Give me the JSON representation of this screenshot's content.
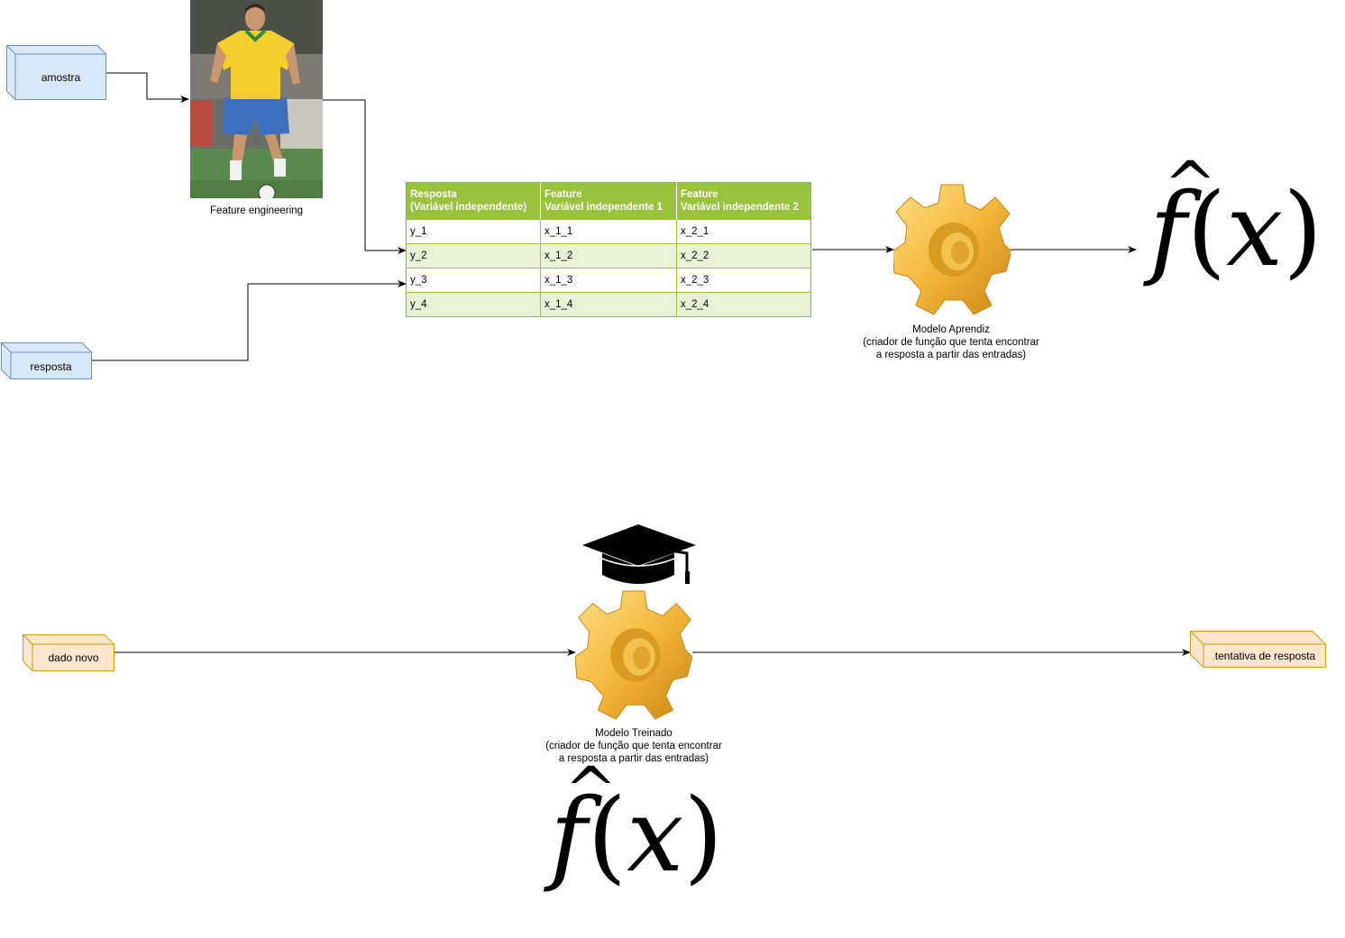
{
  "boxes": {
    "amostra": "amostra",
    "resposta": "resposta",
    "dado_novo": "dado novo",
    "tentativa": "tentativa de resposta"
  },
  "photo_caption": "Feature engineering",
  "table": {
    "headers": [
      [
        "Resposta",
        "(Variável independente)"
      ],
      [
        "Feature",
        "Variável independente 1"
      ],
      [
        "Feature",
        "Variável independente 2"
      ]
    ],
    "rows": [
      [
        "y_1",
        "x_1_1",
        "x_2_1"
      ],
      [
        "y_2",
        "x_1_2",
        "x_2_2"
      ],
      [
        "y_3",
        "x_1_3",
        "x_2_3"
      ],
      [
        "y_4",
        "x_1_4",
        "x_2_4"
      ]
    ]
  },
  "learner_caption": [
    "Modelo Aprendiz",
    "(criador de função que tenta encontrar",
    "a resposta a partir das entradas)"
  ],
  "trained_caption": [
    "Modelo Treinado",
    "(criador de função que tenta encontrar",
    "a resposta a partir das entradas)"
  ],
  "formula": {
    "f": "f",
    "hat": "^",
    "open": "(",
    "x": "x",
    "close": ")"
  },
  "colors": {
    "blue_fill": "#dae8fc",
    "blue_stroke": "#6c8ebf",
    "orange_fill": "#ffe6cc",
    "orange_stroke": "#d79b00",
    "table_header": "#9bc23c",
    "table_stripe": "#e9f1d6",
    "gear": "#f4b73c"
  },
  "icons": [
    "player-photo",
    "gear-icon",
    "graduation-cap-icon"
  ]
}
